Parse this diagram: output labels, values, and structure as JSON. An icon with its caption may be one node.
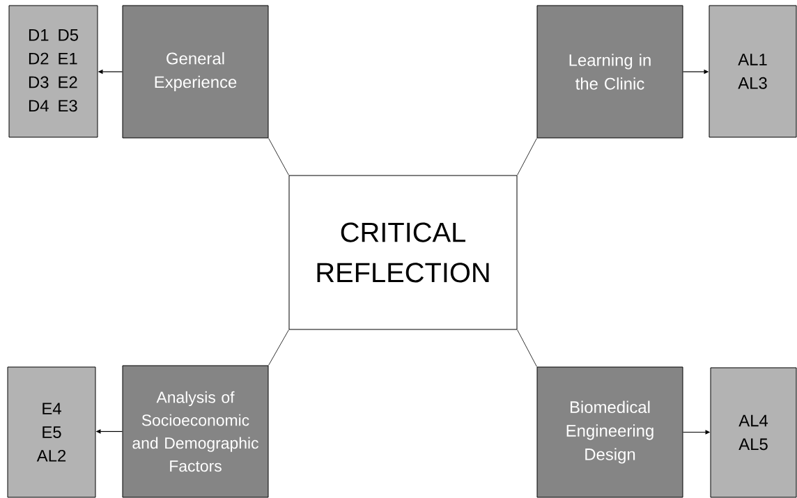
{
  "diagram": {
    "nodes": [
      {
        "text": [
          "CRITICAL REFLECTION"
        ]
      },
      {
        "text": [
          "General Experience"
        ]
      },
      {
        "text": [
          "D1",
          "D5",
          "D2",
          "E1",
          "D3",
          "E2",
          "D4",
          "E3"
        ]
      },
      {
        "text": [
          "Learning in the Clinic"
        ]
      },
      {
        "text": [
          "AL1 AL3"
        ]
      },
      {
        "text": [
          "Analysis of Socioeconomic and Demographic Factors"
        ]
      },
      {
        "text": [
          "E4 E5 AL2"
        ]
      },
      {
        "text": [
          "Biomedical Engineering Design"
        ]
      },
      {
        "text": [
          "AL4 AL5"
        ]
      }
    ],
    "edges": [
      {
        "from": 0,
        "to": 1,
        "arrow": "none"
      },
      {
        "from": 1,
        "to": 2,
        "arrow": "to"
      },
      {
        "from": 0,
        "to": 3,
        "arrow": "none"
      },
      {
        "from": 3,
        "to": 4,
        "arrow": "to"
      },
      {
        "from": 0,
        "to": 5,
        "arrow": "none"
      },
      {
        "from": 5,
        "to": 6,
        "arrow": "to"
      },
      {
        "from": 0,
        "to": 7,
        "arrow": "none"
      },
      {
        "from": 7,
        "to": 8,
        "arrow": "to"
      }
    ]
  }
}
